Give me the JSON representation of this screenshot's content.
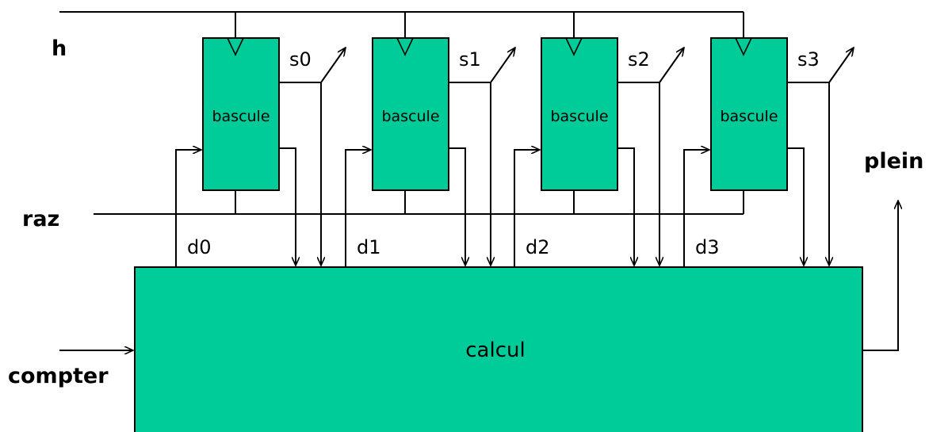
{
  "colors": {
    "block_fill": "#00cc99",
    "wire": "#000000",
    "background": "#ffffff"
  },
  "inputs": {
    "clock": "h",
    "reset": "raz",
    "count": "compter"
  },
  "output": {
    "full": "plein"
  },
  "main_block": {
    "label": "calcul"
  },
  "flipflops": [
    {
      "label": "bascule",
      "output": "s0",
      "data": "d0"
    },
    {
      "label": "bascule",
      "output": "s1",
      "data": "d1"
    },
    {
      "label": "bascule",
      "output": "s2",
      "data": "d2"
    },
    {
      "label": "bascule",
      "output": "s3",
      "data": "d3"
    }
  ]
}
